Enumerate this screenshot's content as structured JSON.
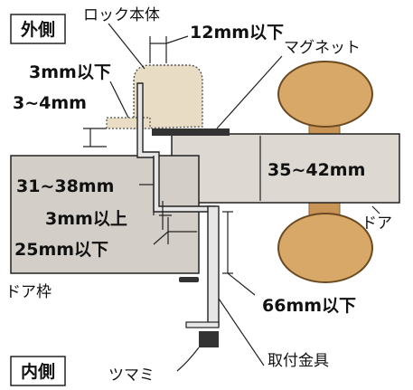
{
  "labels": {
    "outside": "外側",
    "inside": "内側",
    "lock_body": "ロック本体",
    "gap_12": "12mm以下",
    "magnet": "マグネット",
    "gap_3": "3mm以下",
    "gap_3_4": "3~4mm",
    "door_thickness": "35~42mm",
    "frame_depth": "31~38mm",
    "gap_3_min": "3mm以上",
    "gap_25": "25mm以下",
    "door": "ドア",
    "door_frame": "ドア枠",
    "gap_66": "66mm以下",
    "fitting": "取付金具",
    "knob": "ツマミ"
  },
  "colors": {
    "door_fill": "#ddd9d2",
    "frame_fill": "#d3cfc8",
    "lock_fill": "#e8dcc4",
    "knob_fill": "#d8a868",
    "magnet_fill": "#333333",
    "fitting_fill": "#e6e6e6",
    "line": "#222222"
  }
}
